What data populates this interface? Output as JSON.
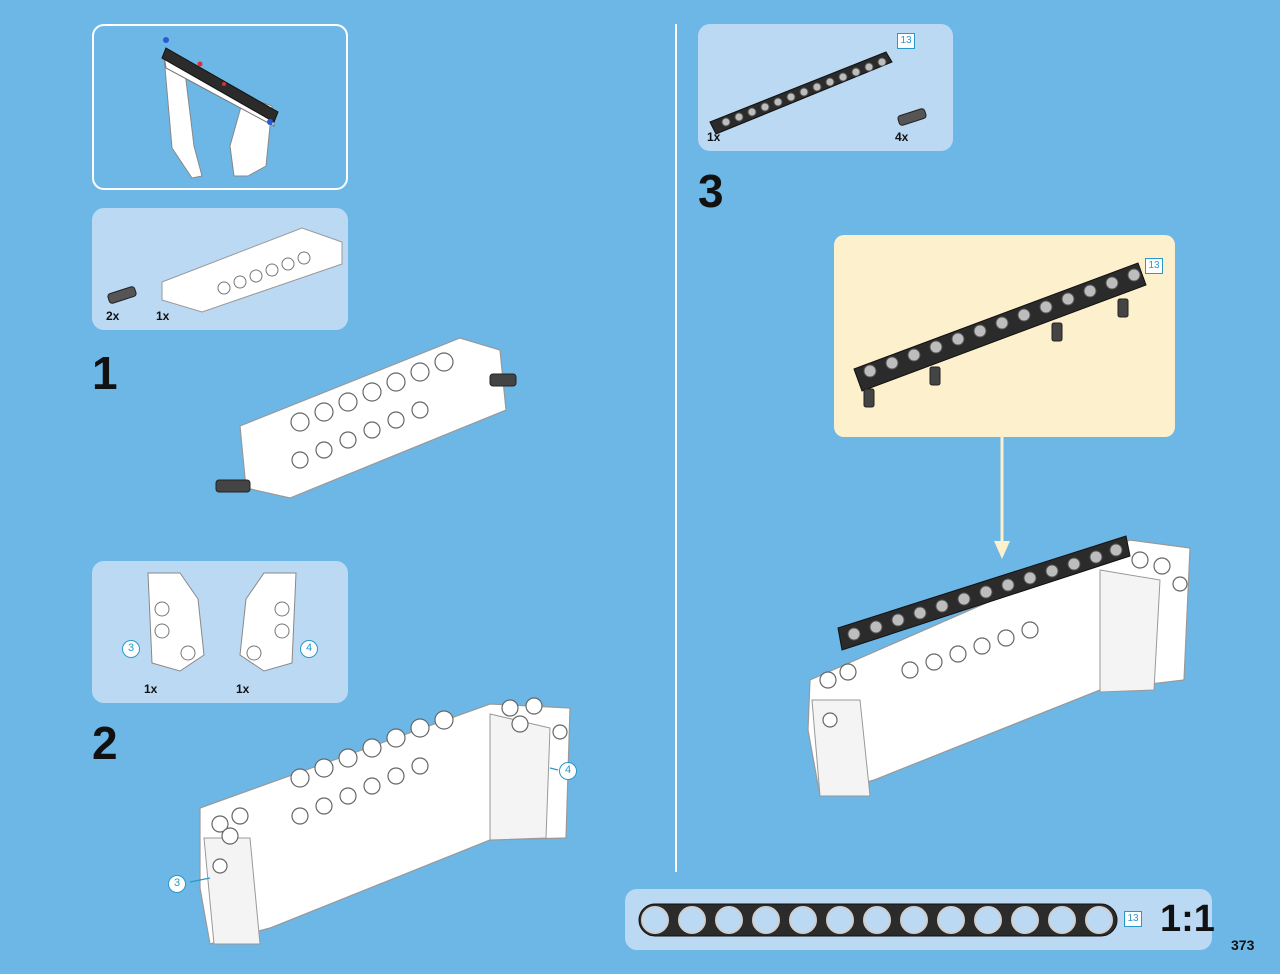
{
  "page": {
    "number": "373",
    "background": "#6cb7e6"
  },
  "colors": {
    "callout": "#2a98c8",
    "panel": "#bcd9f3",
    "subassembly": "#fdf0cc",
    "white": "#ffffff"
  },
  "preview": {
    "icon": "assembly-preview-icon"
  },
  "step1": {
    "number": "1",
    "parts": [
      {
        "qty": "2x",
        "icon": "axle-pin-icon"
      },
      {
        "qty": "1x",
        "icon": "white-panel-icon"
      }
    ]
  },
  "step2": {
    "number": "2",
    "parts": [
      {
        "qty": "1x",
        "icon": "left-fairing-icon",
        "callout": "3"
      },
      {
        "qty": "1x",
        "icon": "right-fairing-icon",
        "callout": "4"
      }
    ],
    "assembly_callouts": [
      "3",
      "4"
    ]
  },
  "step3": {
    "number": "3",
    "parts": [
      {
        "qty": "1x",
        "icon": "black-beam-icon",
        "length": "13"
      },
      {
        "qty": "4x",
        "icon": "axle-pin-icon"
      }
    ],
    "subassembly_length": "13"
  },
  "scale_bar": {
    "length": "13",
    "label": "1:1",
    "holes": 13
  }
}
